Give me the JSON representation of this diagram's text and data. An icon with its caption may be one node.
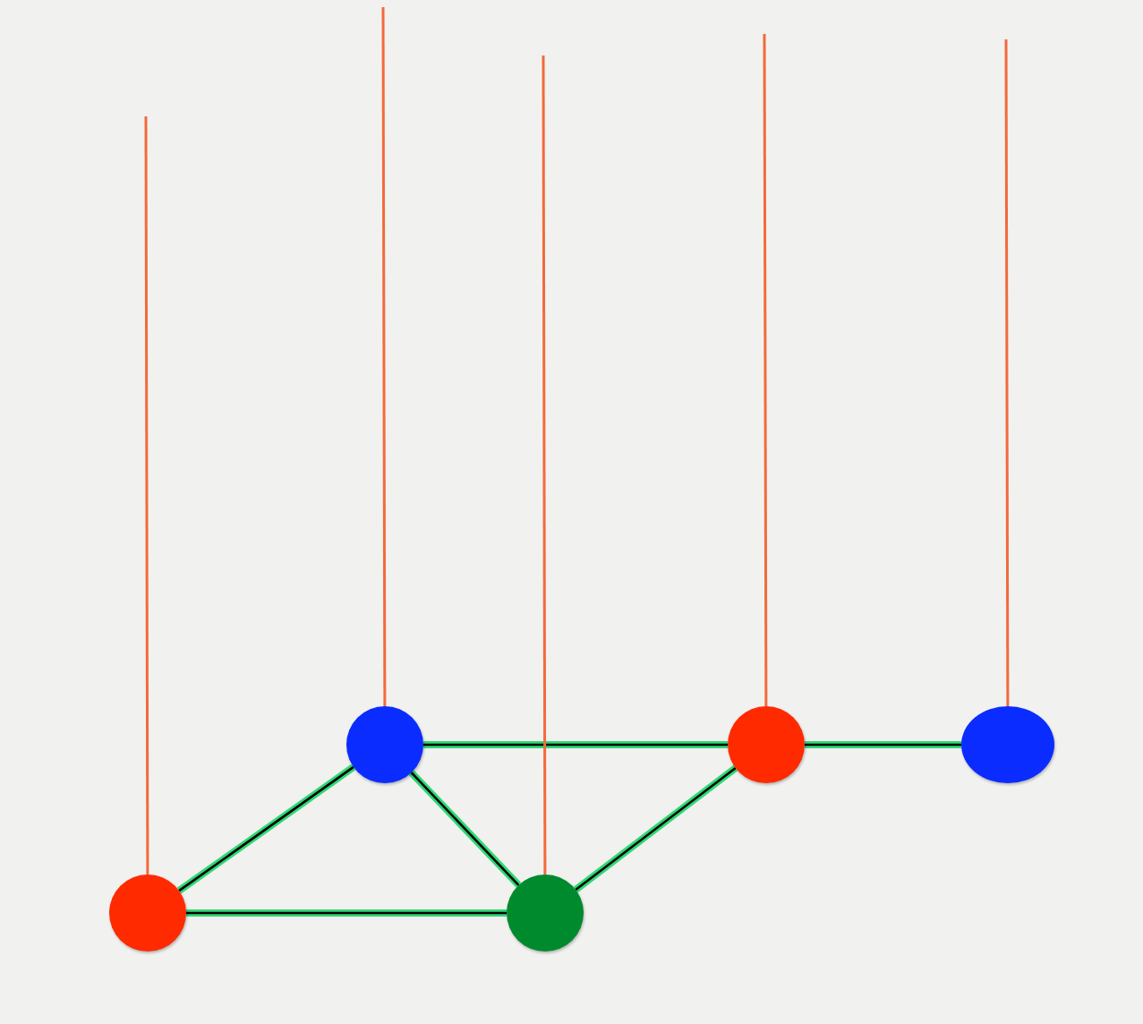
{
  "diagram": {
    "nodes": [
      {
        "text": [],
        "shape": "circle"
      },
      {
        "text": [],
        "shape": "circle"
      },
      {
        "text": [],
        "shape": "circle"
      },
      {
        "text": [],
        "shape": "circle"
      },
      {
        "text": [],
        "shape": "circle"
      }
    ],
    "edges": [
      {
        "from": 0,
        "to": 1,
        "arrow": "none"
      },
      {
        "from": 0,
        "to": 2,
        "arrow": "none"
      },
      {
        "from": 1,
        "to": 2,
        "arrow": "none"
      },
      {
        "from": 1,
        "to": 3,
        "arrow": "none"
      },
      {
        "from": 2,
        "to": 3,
        "arrow": "none"
      },
      {
        "from": 3,
        "to": 4,
        "arrow": "none"
      },
      {
        "from": null,
        "to": 0,
        "arrow": "none",
        "color": "#f26a3c"
      },
      {
        "from": null,
        "to": 1,
        "arrow": "none",
        "color": "#f26a3c"
      },
      {
        "from": null,
        "to": 2,
        "arrow": "none",
        "color": "#f26a3c"
      },
      {
        "from": null,
        "to": 3,
        "arrow": "none",
        "color": "#f26a3c"
      },
      {
        "from": null,
        "to": 4,
        "arrow": "none",
        "color": "#f26a3c"
      }
    ]
  }
}
